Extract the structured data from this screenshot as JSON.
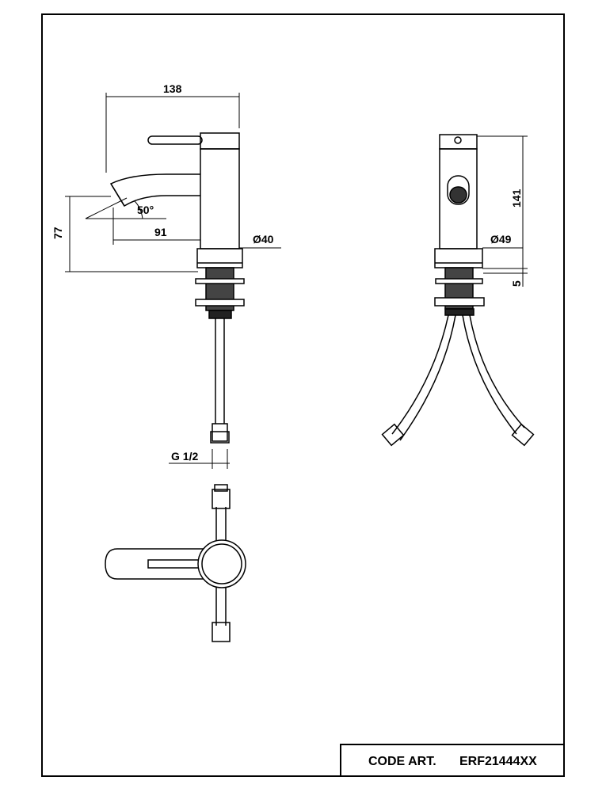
{
  "dimensions": {
    "overall_length": "138",
    "height_77": "77",
    "spout_angle": "50°",
    "spout_reach": "91",
    "body_diameter_side": "Ø40",
    "thread": "G 1/2",
    "height_141": "141",
    "base_diameter_front": "Ø49",
    "base_thickness": "5"
  },
  "title_block": {
    "code_label": "CODE ART.",
    "code_value": "ERF21444XX"
  }
}
